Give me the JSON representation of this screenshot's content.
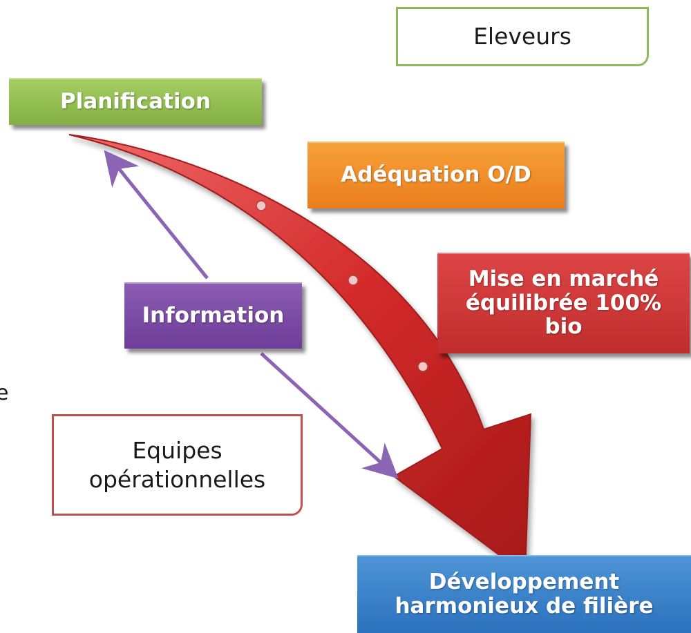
{
  "nodes": {
    "eleveurs": "Eleveurs",
    "planification": "Planification",
    "adequation": "Adéquation O/D",
    "mise_en_marche": [
      "Mise en marché",
      "équilibrée 100%",
      "bio"
    ],
    "information": "Information",
    "equipes": [
      "Equipes",
      "opérationnelles"
    ],
    "developpement": [
      "Développement",
      "harmonieux de filière"
    ],
    "clipped_left_text": "e"
  },
  "colors": {
    "green": "#8dbb59",
    "orange": "#eb7d1b",
    "red": "#c0504d",
    "purple": "#7f56a8",
    "blue": "#3c7fc6",
    "big_arrow": "#d32a2a"
  }
}
